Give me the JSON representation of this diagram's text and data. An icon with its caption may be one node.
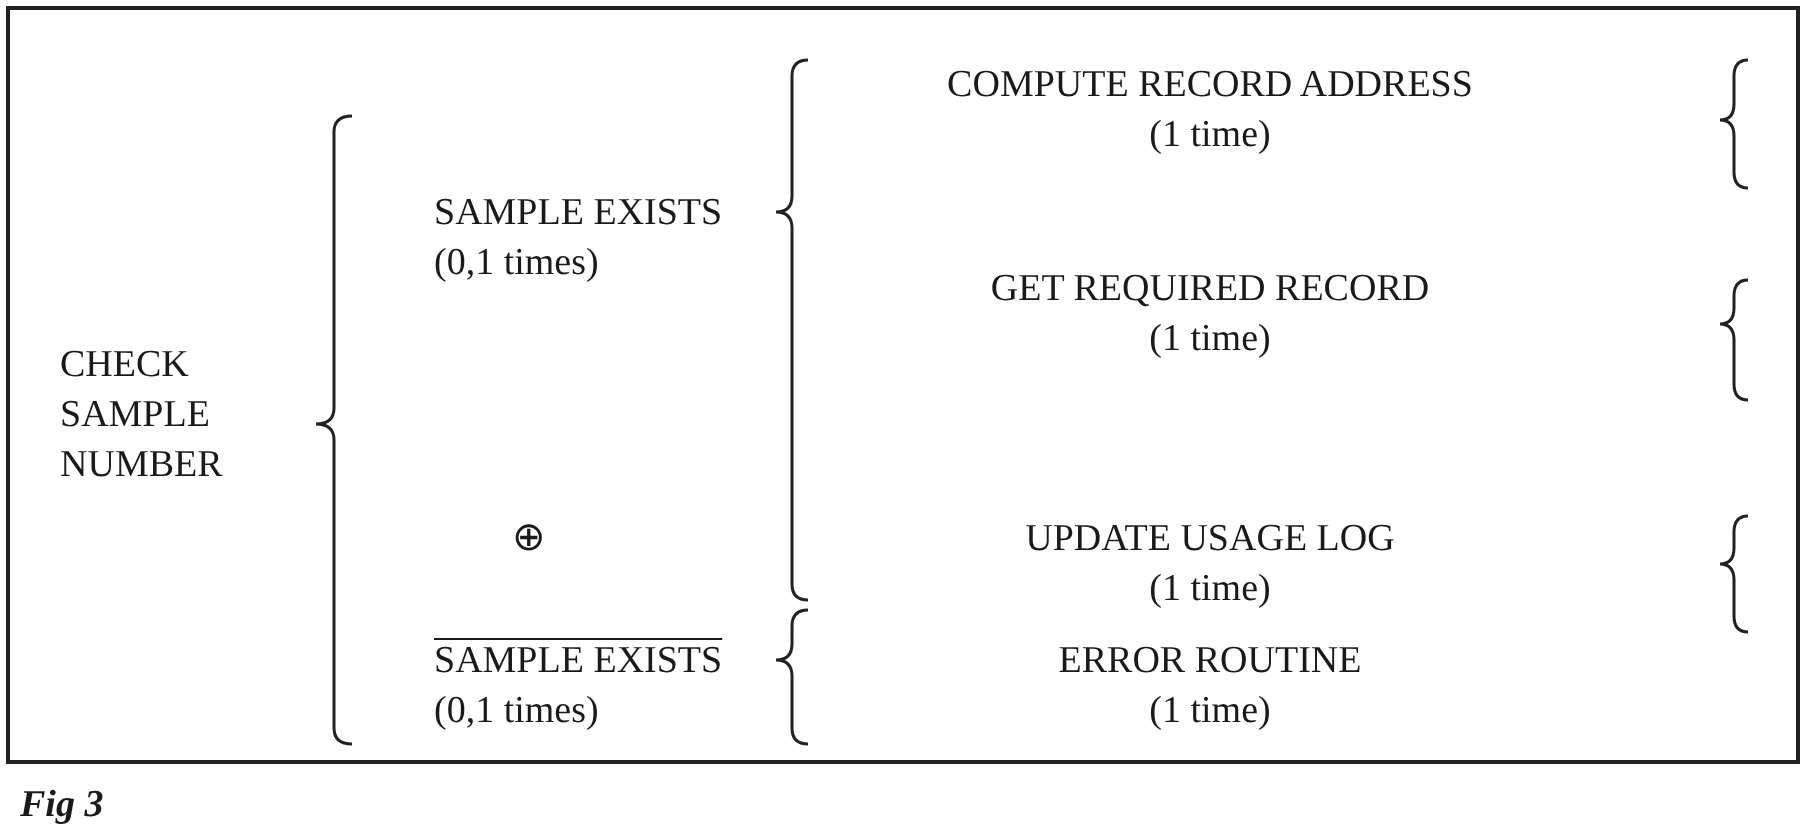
{
  "diagram": {
    "caption": "Fig 3",
    "nodes": [
      {
        "text": [
          "CHECK SAMPLE NUMBER"
        ]
      },
      {
        "text": [
          "SAMPLE EXISTS",
          "(0,1 times)"
        ]
      },
      {
        "text": [
          "COMPUTE RECORD ADDRESS",
          "(1 time)"
        ]
      },
      {
        "text": [
          "GET REQUIRED RECORD",
          "(1 time)"
        ]
      },
      {
        "text": [
          "UPDATE USAGE LOG",
          "(1 time)"
        ]
      },
      {
        "text": [
          "SAMPLE EXISTS",
          "(0,1 times)"
        ]
      },
      {
        "text": [
          "ERROR ROUTINE",
          "(1 time)"
        ]
      }
    ],
    "edges": [],
    "labels": [
      "⊕"
    ]
  }
}
